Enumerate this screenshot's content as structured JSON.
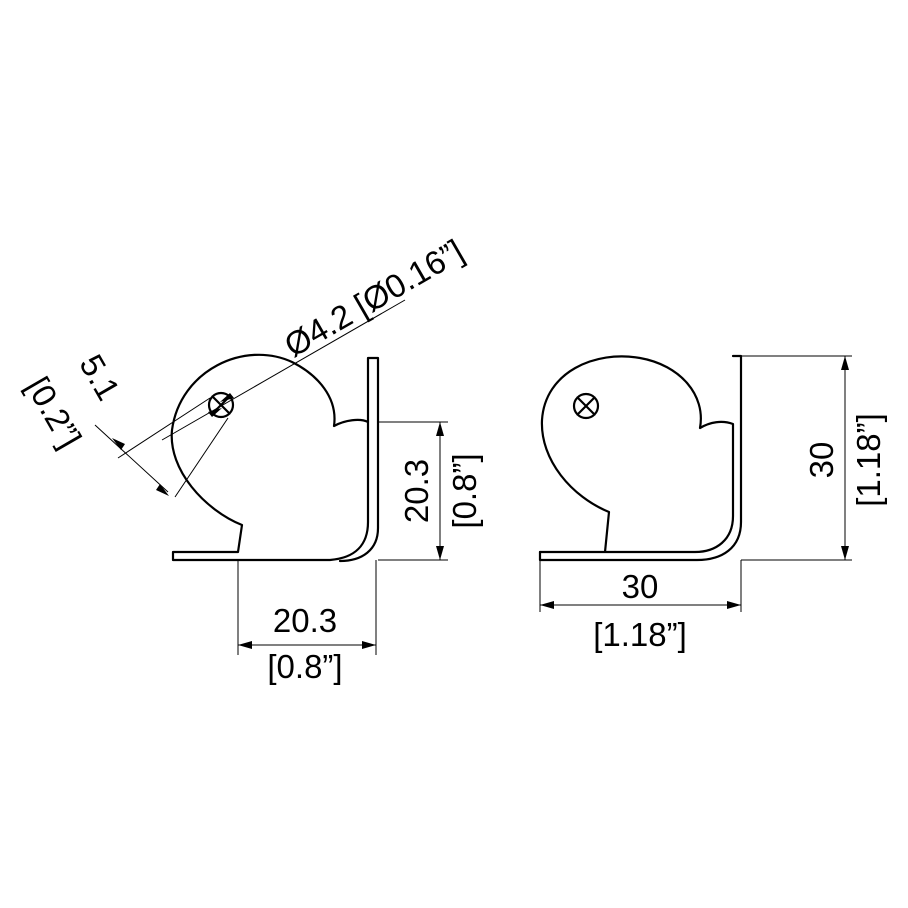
{
  "view_left": {
    "hole_diameter": "Ø4.2 [Ø0.16”]",
    "hole_offset": {
      "mm": "5.1",
      "inch": "[0.2”]"
    },
    "height": {
      "mm": "20.3",
      "inch": "[0.8”]"
    },
    "width": {
      "mm": "20.3",
      "inch": "[0.8”]"
    }
  },
  "view_right": {
    "width": {
      "mm": "30",
      "inch": "[1.18”]"
    },
    "height": {
      "mm": "30",
      "inch": "[1.18”]"
    }
  }
}
